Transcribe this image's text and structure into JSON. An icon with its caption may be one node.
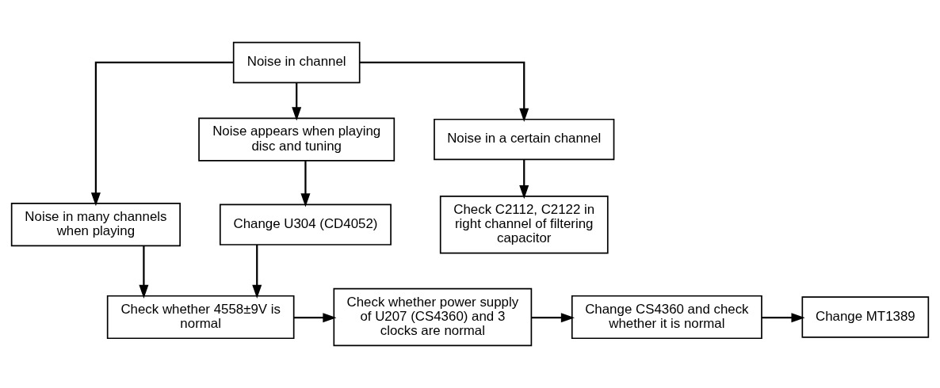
{
  "diagram": {
    "nodes": [
      {
        "text": [
          "Noise in channel"
        ]
      },
      {
        "text": [
          "Noise in many channels when playing"
        ]
      },
      {
        "text": [
          "Noise appears when playing disc and tuning"
        ]
      },
      {
        "text": [
          "Noise in a certain channel"
        ]
      },
      {
        "text": [
          "Change U304 (CD4052)"
        ]
      },
      {
        "text": [
          "Check C2112, C2122 in right channel of filtering capacitor"
        ]
      },
      {
        "text": [
          "Check whether 4558±9V is normal"
        ]
      },
      {
        "text": [
          "Check whether power supply of U207 (CS4360) and 3 clocks are normal"
        ]
      },
      {
        "text": [
          "Change CS4360 and check whether it is normal"
        ]
      },
      {
        "text": [
          "Change MT1389"
        ]
      }
    ],
    "edges": [
      {
        "from": 0,
        "to": 1,
        "arrow": "to"
      },
      {
        "from": 0,
        "to": 2,
        "arrow": "to"
      },
      {
        "from": 0,
        "to": 3,
        "arrow": "to"
      },
      {
        "from": 2,
        "to": 4,
        "arrow": "to"
      },
      {
        "from": 3,
        "to": 5,
        "arrow": "to"
      },
      {
        "from": 1,
        "to": 6,
        "arrow": "to"
      },
      {
        "from": 4,
        "to": 6,
        "arrow": "to"
      },
      {
        "from": 6,
        "to": 7,
        "arrow": "to"
      },
      {
        "from": 7,
        "to": 8,
        "arrow": "to"
      },
      {
        "from": 8,
        "to": 9,
        "arrow": "to"
      }
    ]
  }
}
